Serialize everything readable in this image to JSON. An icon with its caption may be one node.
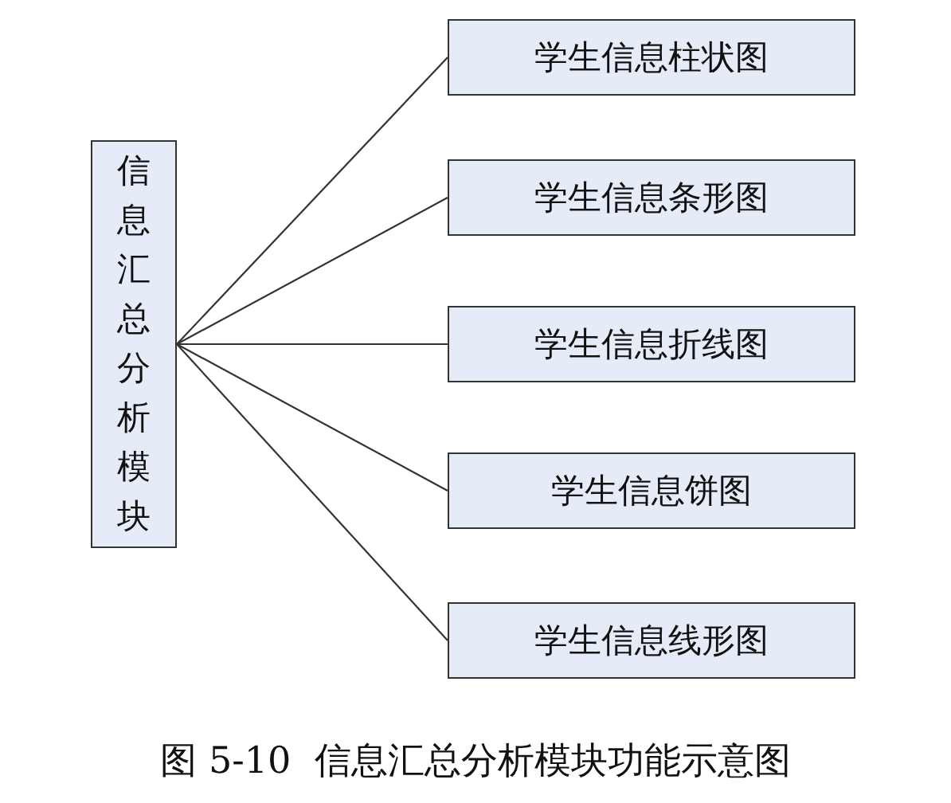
{
  "diagram": {
    "caption": "图 5-10  信息汇总分析模块功能示意图",
    "nodes": [
      {
        "text": [
          "信息汇总分析模块"
        ]
      },
      {
        "text": [
          "学生信息柱状图"
        ]
      },
      {
        "text": [
          "学生信息条形图"
        ]
      },
      {
        "text": [
          "学生信息折线图"
        ]
      },
      {
        "text": [
          "学生信息饼图"
        ]
      },
      {
        "text": [
          "学生信息线形图"
        ]
      }
    ],
    "edges": [
      {
        "from": 0,
        "to": 1,
        "arrow": "none"
      },
      {
        "from": 0,
        "to": 2,
        "arrow": "none"
      },
      {
        "from": 0,
        "to": 3,
        "arrow": "none"
      },
      {
        "from": 0,
        "to": 4,
        "arrow": "none"
      },
      {
        "from": 0,
        "to": 5,
        "arrow": "none"
      }
    ]
  }
}
